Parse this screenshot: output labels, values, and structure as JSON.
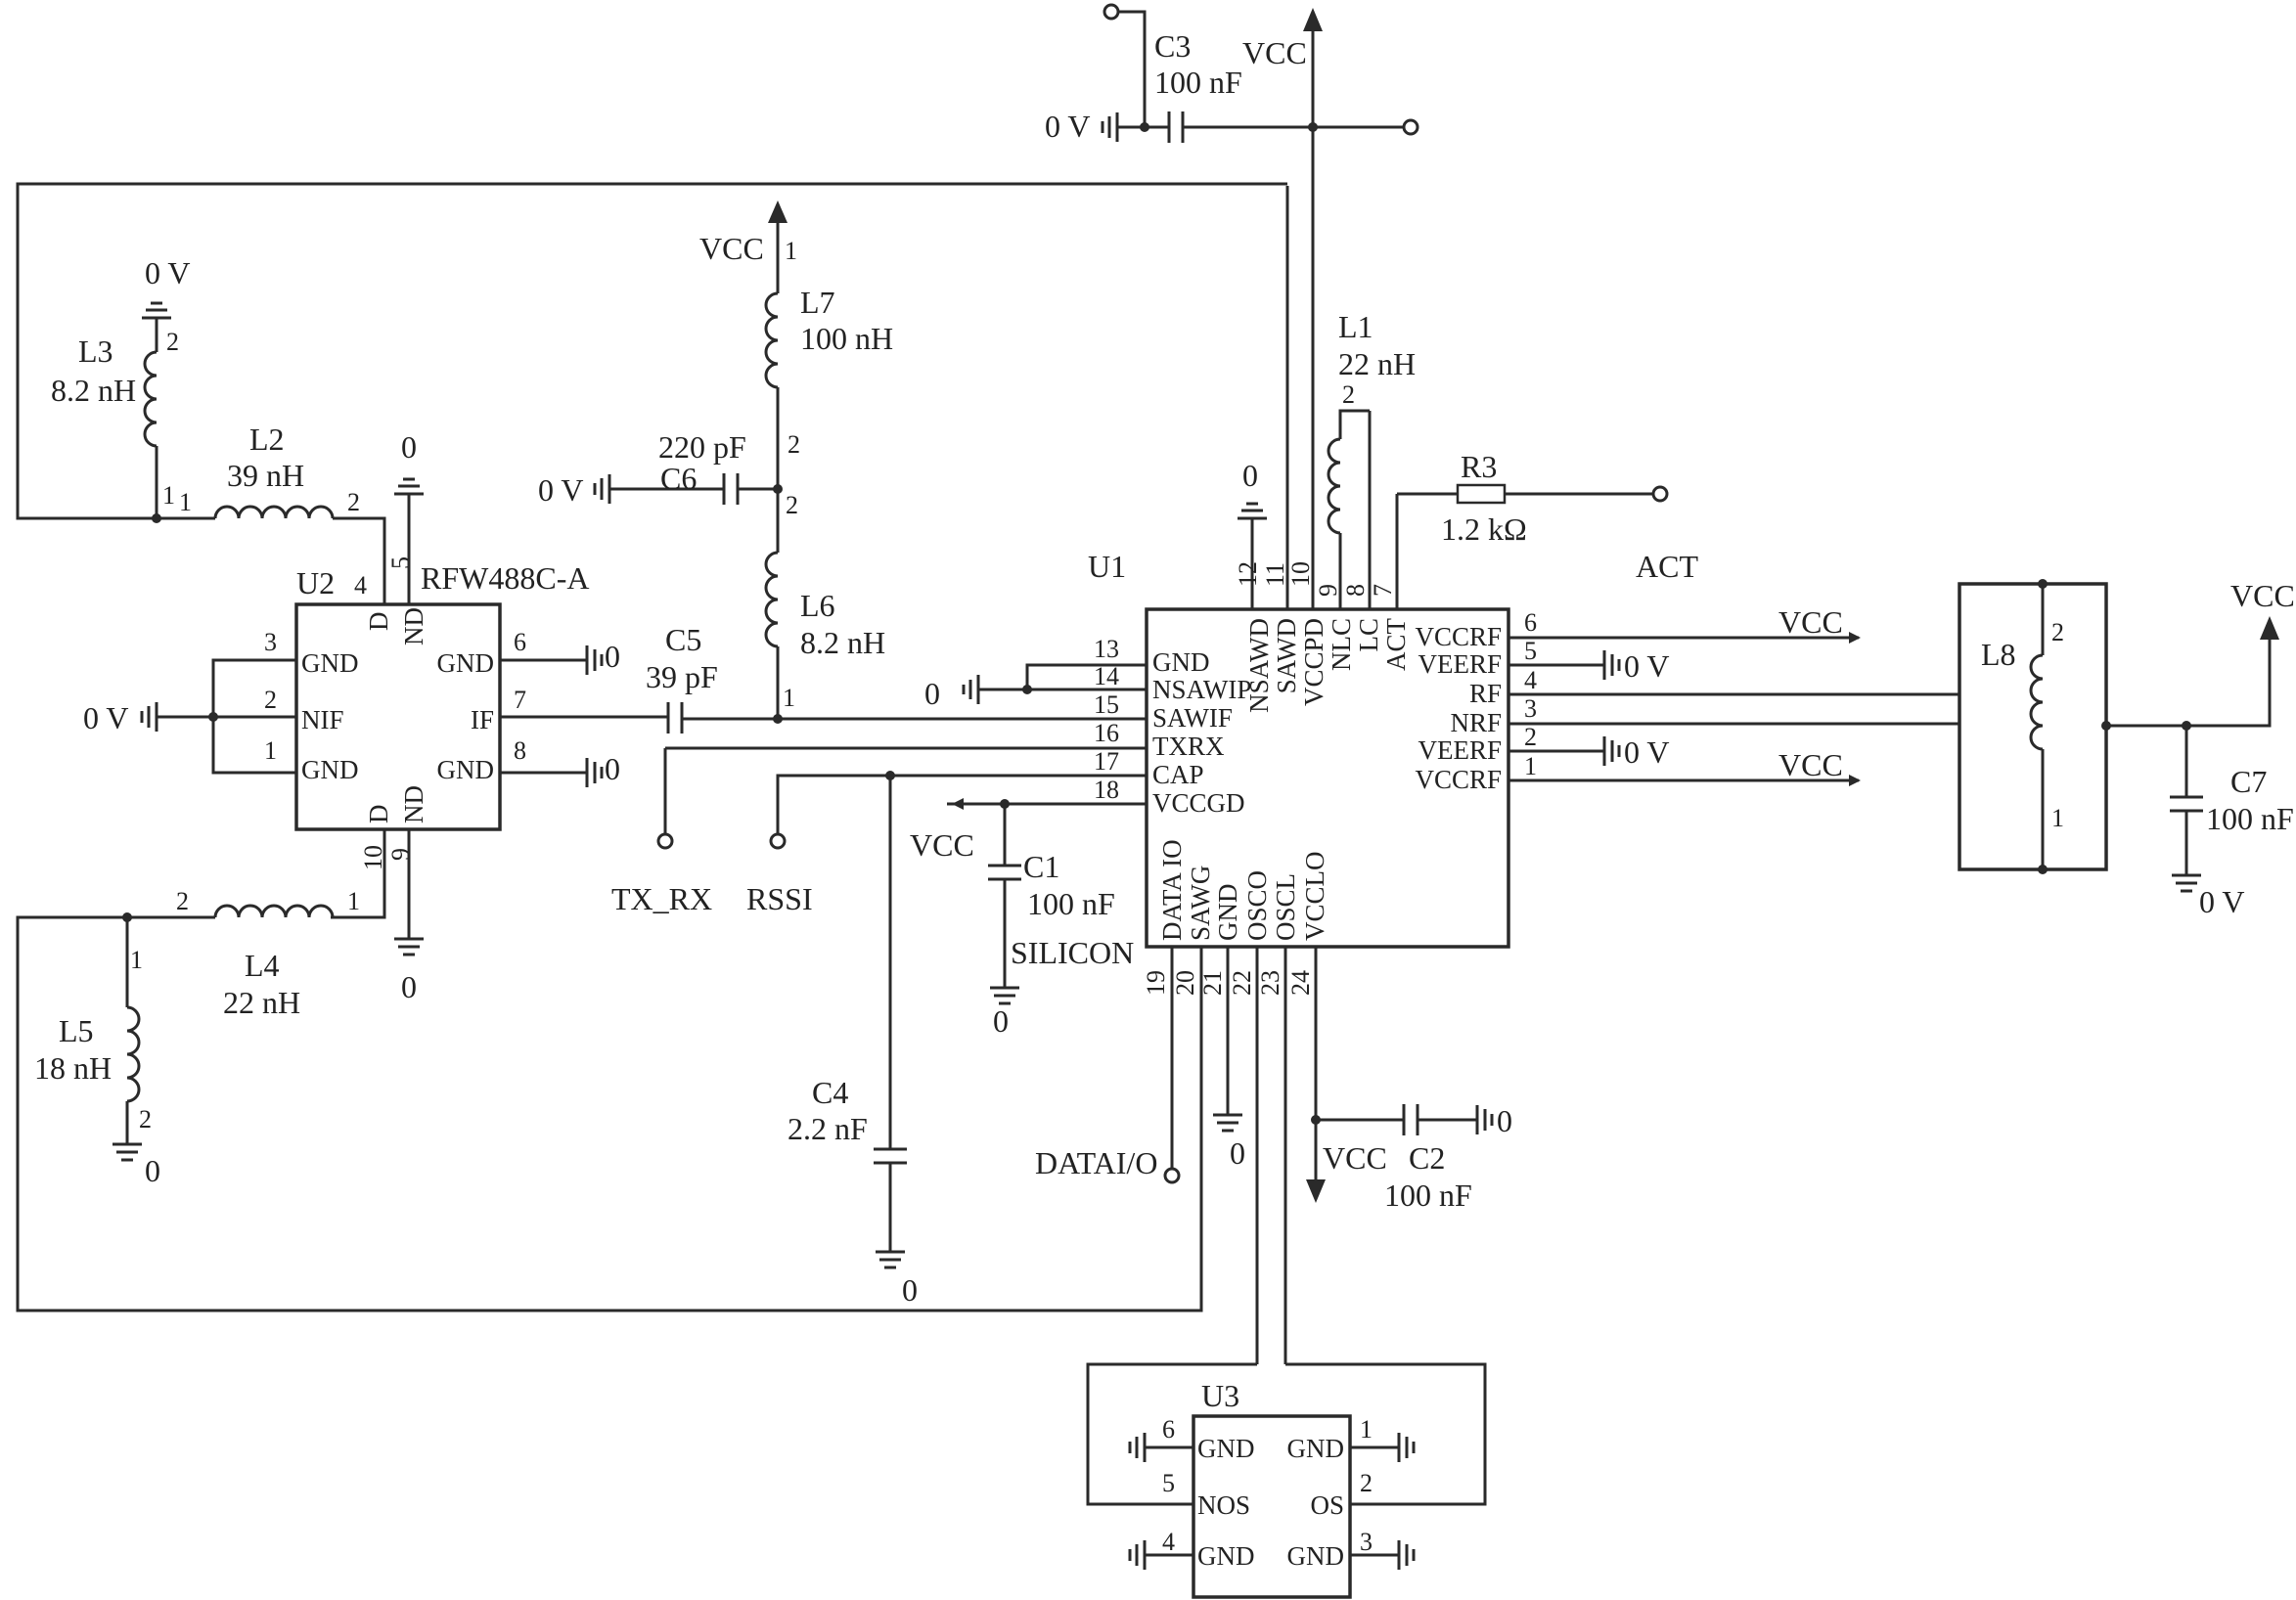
{
  "u1": {
    "ref": "U1",
    "pins_left": [
      {
        "num": "13",
        "name": "GND"
      },
      {
        "num": "14",
        "name": "NSAWIP"
      },
      {
        "num": "15",
        "name": "SAWIF"
      },
      {
        "num": "16",
        "name": "TXRX"
      },
      {
        "num": "17",
        "name": "CAP"
      },
      {
        "num": "18",
        "name": "VCCGD"
      }
    ],
    "pins_top": [
      {
        "num": "12",
        "name": "NSAWD"
      },
      {
        "num": "11",
        "name": "SAWD"
      },
      {
        "num": "10",
        "name": "VCCPD"
      },
      {
        "num": "9",
        "name": "NLC"
      },
      {
        "num": "8",
        "name": "LC"
      },
      {
        "num": "7",
        "name": "ACT"
      }
    ],
    "pins_right": [
      {
        "num": "6",
        "name": "VCCRF"
      },
      {
        "num": "5",
        "name": "VEERF"
      },
      {
        "num": "4",
        "name": "RF"
      },
      {
        "num": "3",
        "name": "NRF"
      },
      {
        "num": "2",
        "name": "VEERF"
      },
      {
        "num": "1",
        "name": "VCCRF"
      }
    ],
    "pins_bottom": [
      {
        "num": "19",
        "name": "DATA IO"
      },
      {
        "num": "20",
        "name": "SAWG"
      },
      {
        "num": "21",
        "name": "GND"
      },
      {
        "num": "22",
        "name": "OSCO"
      },
      {
        "num": "23",
        "name": "OSCL"
      },
      {
        "num": "24",
        "name": "VCCLO"
      }
    ]
  },
  "u2": {
    "ref": "U2",
    "part": "RFW488C-A",
    "pins": {
      "gnd_3": "GND",
      "nif": "NIF",
      "gnd_1": "GND",
      "gnd_6": "GND",
      "if": "IF",
      "gnd_8": "GND",
      "d_top": "D",
      "nd_top": "ND",
      "d_bot": "D",
      "nd_bot": "ND"
    },
    "pin_numbers": [
      "3",
      "2",
      "1",
      "6",
      "7",
      "8",
      "4",
      "5",
      "10",
      "9"
    ]
  },
  "u3": {
    "ref": "U3",
    "pins": [
      {
        "num": "6",
        "name": "GND"
      },
      {
        "num": "1",
        "name": "GND"
      },
      {
        "num": "5",
        "name": "NOS"
      },
      {
        "num": "2",
        "name": "OS"
      },
      {
        "num": "4",
        "name": "GND"
      },
      {
        "num": "3",
        "name": "GND"
      }
    ]
  },
  "components": {
    "c1": {
      "ref": "C1",
      "value": "100 nF"
    },
    "c2": {
      "ref": "C2",
      "value": "100 nF"
    },
    "c3": {
      "ref": "C3",
      "value": "100 nF"
    },
    "c4": {
      "ref": "C4",
      "value": "2.2 nF"
    },
    "c5": {
      "ref": "C5",
      "value": "39 pF"
    },
    "c6": {
      "ref": "C6",
      "value": "220 pF"
    },
    "c7": {
      "ref": "C7",
      "value": "100 nF"
    },
    "l1": {
      "ref": "L1",
      "value": "22 nH"
    },
    "l2": {
      "ref": "L2",
      "value": "39 nH"
    },
    "l3": {
      "ref": "L3",
      "value": "8.2 nH"
    },
    "l4": {
      "ref": "L4",
      "value": "22 nH"
    },
    "l5": {
      "ref": "L5",
      "value": "18 nH"
    },
    "l6": {
      "ref": "L6",
      "value": "8.2 nH"
    },
    "l7": {
      "ref": "L7",
      "value": "100 nH"
    },
    "l8": {
      "ref": "L8"
    },
    "r3": {
      "ref": "R3",
      "value": "1.2 kΩ"
    }
  },
  "component_pins": {
    "l3_top": "2",
    "l3_bot": "1",
    "l2_left": "1",
    "l2_right": "2",
    "l4_left": "2",
    "l4_right": "1",
    "l5_top": "1",
    "l5_bot": "2",
    "l7_top": "1",
    "l7_bot": "2",
    "l6_top": "2",
    "l6_bot": "1",
    "l1_top": "2",
    "l8_top": "2",
    "l8_bot": "1"
  },
  "nets": {
    "vcc": "VCC",
    "zero_v": "0 V",
    "zero": "0",
    "act": "ACT",
    "tx_rx": "TX_RX",
    "rssi": "RSSI",
    "data_io": "DATAI/O",
    "silicon": "SILICON"
  }
}
